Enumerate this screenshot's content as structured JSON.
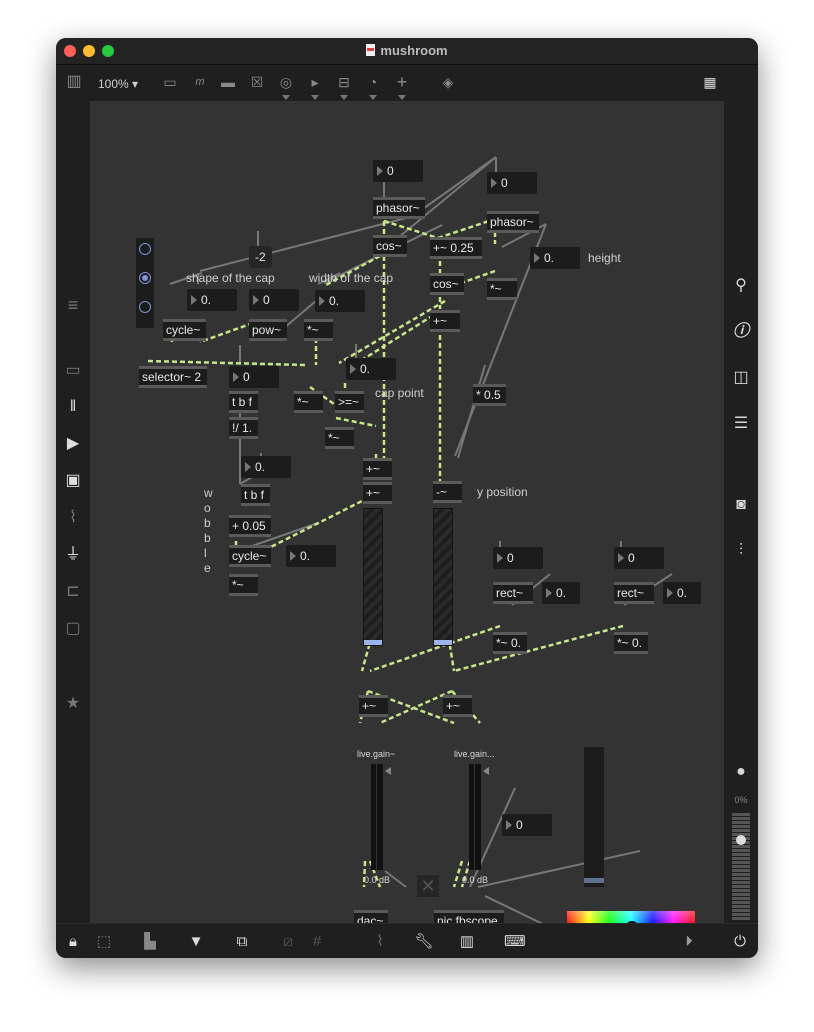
{
  "window": {
    "title": "mushroom"
  },
  "toolbar": {
    "zoom": "100%",
    "icons": [
      "sidebar-toggle-icon",
      "zoom-dropdown",
      "new-object-icon",
      "new-message-icon",
      "new-comment-icon",
      "toggle-icon",
      "button-icon",
      "number-icon",
      "slider-icon",
      "dial-icon",
      "add-icon",
      "paint-bucket-icon",
      "grid-icon"
    ]
  },
  "left_sidebar": [
    "menu-icon",
    "device-icon",
    "audio-icon",
    "video-icon",
    "image-icon",
    "clip-icon",
    "plugin-icon",
    "package-icon",
    "snippet-icon",
    "favorites-icon"
  ],
  "right_sidebar": [
    "search-icon",
    "info-icon",
    "columns-icon",
    "list-icon",
    "snapshot-icon",
    "mixer-icon"
  ],
  "mixer": {
    "percent": "0%"
  },
  "patch": {
    "comments": {
      "shape": "shape of the cap",
      "width": "width of the cap",
      "height": "height",
      "cap_point": "cap point",
      "y_position": "y position",
      "wobble": "w\no\nb\nb\nl\ne"
    },
    "message": {
      "neg2": "-2"
    },
    "objects": {
      "phasor1": "phasor~",
      "phasor2": "phasor~",
      "cos1": "cos~",
      "plus025": "+~ 0.25",
      "cos2": "cos~",
      "mul_h": "*~",
      "plus_a": "+~",
      "cycle1": "cycle~",
      "pow": "pow~",
      "mul_w": "*~",
      "selector": "selector~ 2",
      "tbf1": "t b f",
      "div": "!/ 1.",
      "mul_a": "*~",
      "gte": ">=~",
      "mul_b": "*~",
      "mul05": "* 0.5",
      "plus_c1": "+~",
      "plus_c2": "+~",
      "minus": "-~",
      "tbf2": "t b f",
      "plus005": "+ 0.05",
      "cycle2": "cycle~",
      "mul_wob": "*~",
      "rect1": "rect~",
      "rect2": "rect~",
      "mul_r1": "*~ 0.",
      "mul_r2": "*~ 0.",
      "sum1": "+~",
      "sum2": "+~",
      "dac": "dac~",
      "fbscope": "nic.fbscope"
    },
    "numbers": {
      "n_phasor1": "0",
      "n_phasor2": "0",
      "n_height": "0.",
      "n_shape": "0.",
      "n_pow": "0",
      "n_width": "0.",
      "n_capoint": "0.",
      "n_tbf1": "0",
      "n_tbf2": "0.",
      "n_wob": "0.",
      "n_rect1": "0",
      "n_rect1b": "0.",
      "n_rect2": "0",
      "n_rect2b": "0.",
      "n_scope": "0"
    },
    "radio": {
      "options": 3,
      "selected": 1
    },
    "gains": [
      {
        "label": "live.gain~",
        "value": "0.0 dB"
      },
      {
        "label": "live.gain...",
        "value": "0.0 dB"
      }
    ],
    "sliders": {
      "cap_slider": 0,
      "y_slider": 0
    },
    "colorpicker": {
      "color": "#2fd6e0"
    }
  },
  "bottom_bar": [
    "lock-icon",
    "presentation-select-icon",
    "background-icon",
    "presentation-icon",
    "layers-icon",
    "hide-icon",
    "grid-snap-icon",
    "attach-icon",
    "wrench-icon",
    "piano-icon",
    "keyboard-icon",
    "play-icon",
    "power-icon"
  ]
}
